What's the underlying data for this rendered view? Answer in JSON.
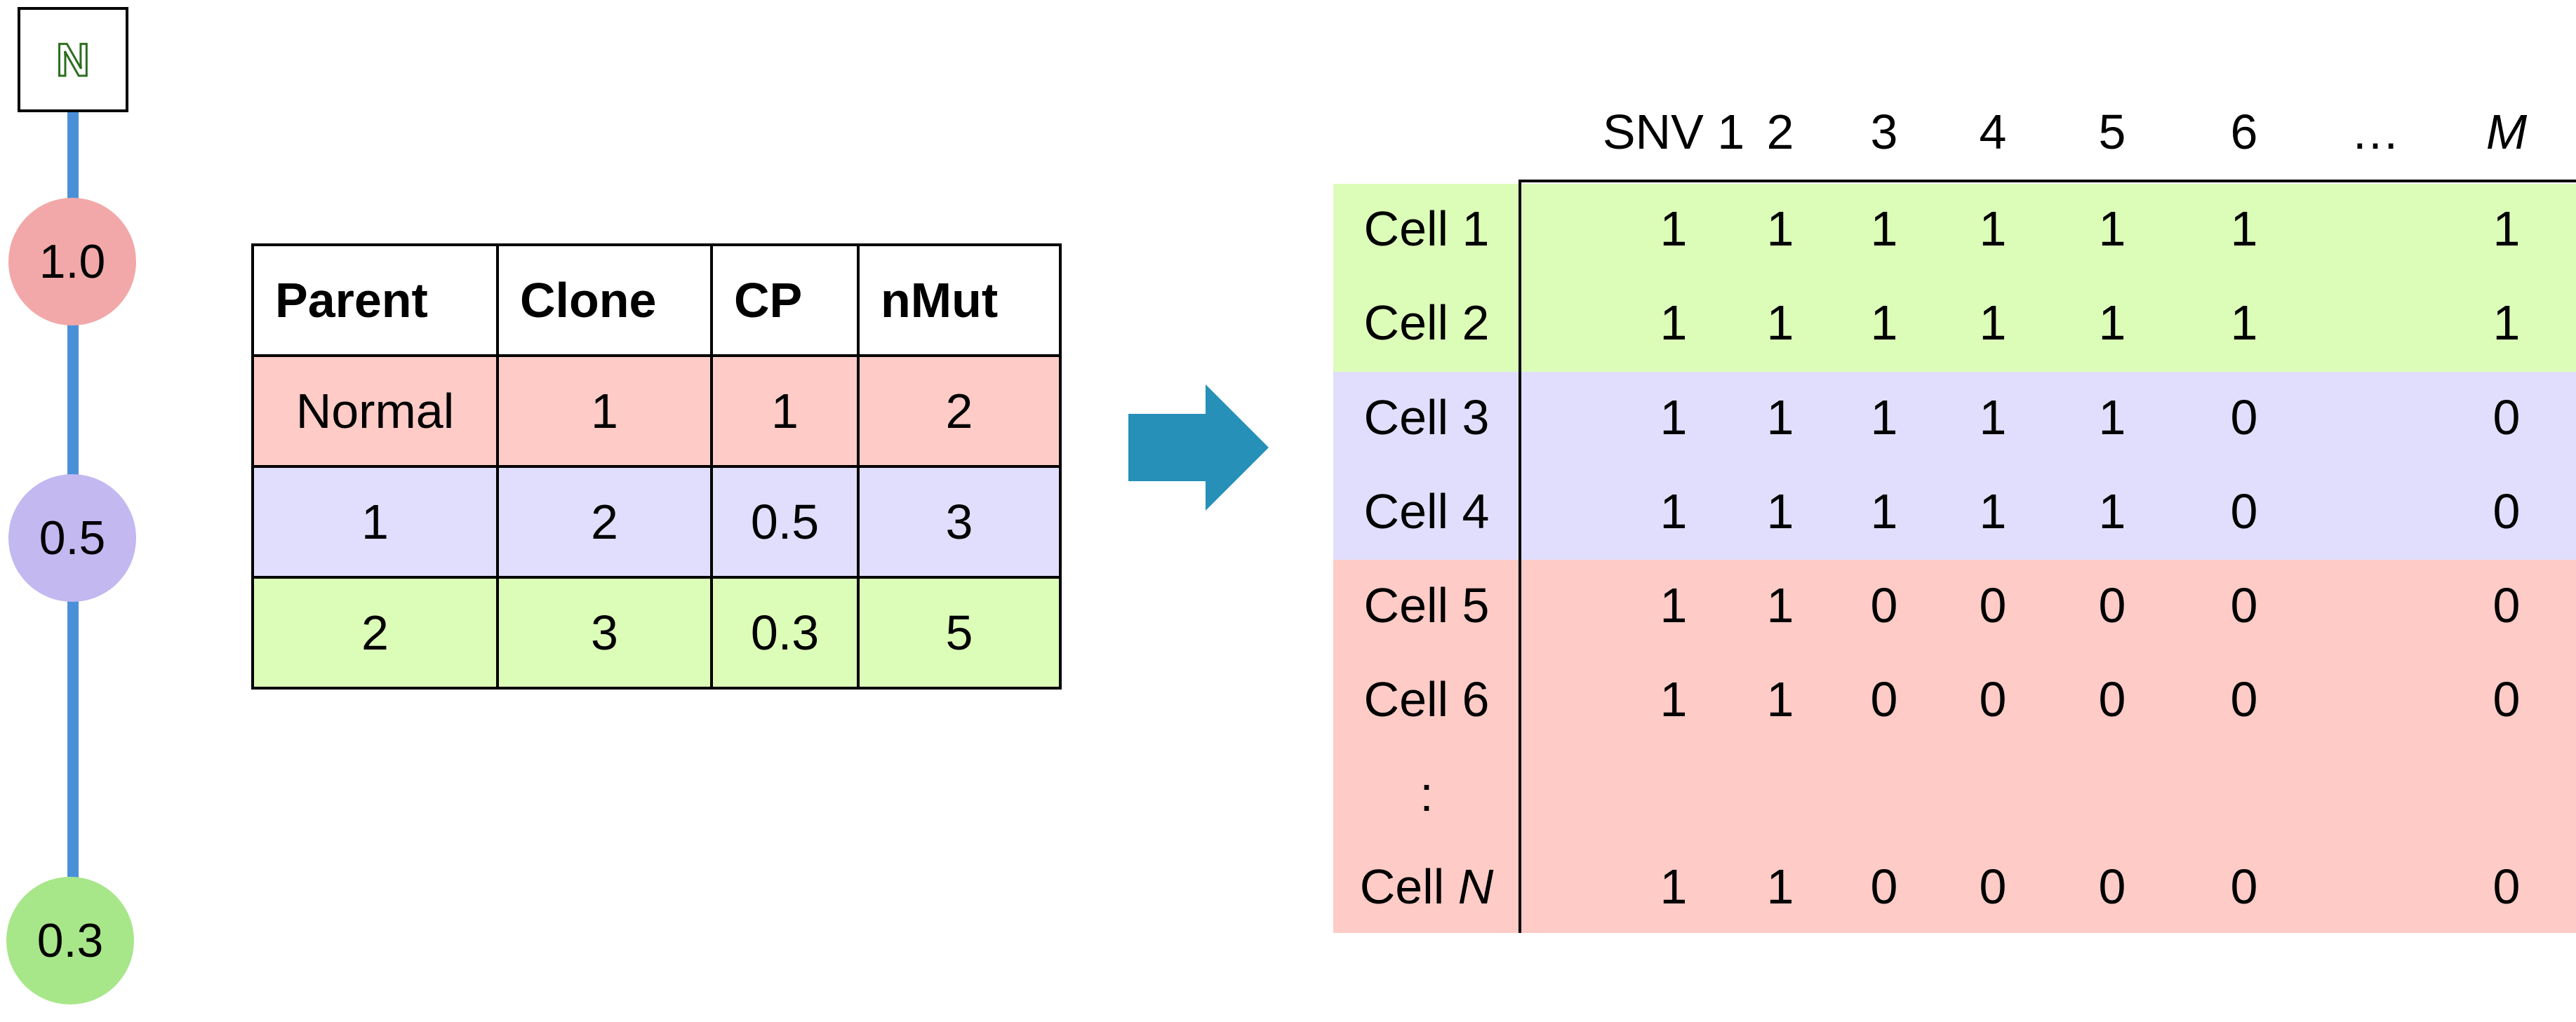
{
  "tree": {
    "root_label": "N",
    "nodes": [
      {
        "label": "1.0",
        "color": "#f2a8a8"
      },
      {
        "label": "0.5",
        "color": "#c3b8f0"
      },
      {
        "label": "0.3",
        "color": "#a8e68a"
      }
    ],
    "edge_color": "#4a90d9"
  },
  "clone_table": {
    "headers": [
      "Parent",
      "Clone",
      "CP",
      "nMut"
    ],
    "rows": [
      {
        "cells": [
          "Normal",
          "1",
          "1",
          "2"
        ],
        "color": "#fecbc6"
      },
      {
        "cells": [
          "1",
          "2",
          "0.5",
          "3"
        ],
        "color": "#e0defc"
      },
      {
        "cells": [
          "2",
          "3",
          "0.3",
          "5"
        ],
        "color": "#dcfdb8"
      }
    ]
  },
  "arrow_color": "#2690b8",
  "matrix": {
    "col_headers": [
      "SNV 1",
      "2",
      "3",
      "4",
      "5",
      "6",
      "…",
      "M"
    ],
    "rows": [
      {
        "label": "Cell 1",
        "values": [
          "1",
          "1",
          "1",
          "1",
          "1",
          "1",
          "",
          "1"
        ],
        "group": "green"
      },
      {
        "label": "Cell 2",
        "values": [
          "1",
          "1",
          "1",
          "1",
          "1",
          "1",
          "",
          "1"
        ],
        "group": "green"
      },
      {
        "label": "Cell 3",
        "values": [
          "1",
          "1",
          "1",
          "1",
          "1",
          "0",
          "",
          "0"
        ],
        "group": "blue"
      },
      {
        "label": "Cell 4",
        "values": [
          "1",
          "1",
          "1",
          "1",
          "1",
          "0",
          "",
          "0"
        ],
        "group": "blue"
      },
      {
        "label": "Cell 5",
        "values": [
          "1",
          "1",
          "0",
          "0",
          "0",
          "0",
          "",
          "0"
        ],
        "group": "red"
      },
      {
        "label": "Cell 6",
        "values": [
          "1",
          "1",
          "0",
          "0",
          "0",
          "0",
          "",
          "0"
        ],
        "group": "red"
      },
      {
        "label": ":",
        "values": [
          "",
          "",
          "",
          "",
          "",
          "",
          "",
          ""
        ],
        "group": "red"
      },
      {
        "label": "Cell N",
        "values": [
          "1",
          "1",
          "0",
          "0",
          "0",
          "0",
          "",
          "0"
        ],
        "group": "red"
      }
    ],
    "group_colors": {
      "green": "#dcfdb8",
      "blue": "#e0defc",
      "red": "#fecbc6"
    }
  }
}
